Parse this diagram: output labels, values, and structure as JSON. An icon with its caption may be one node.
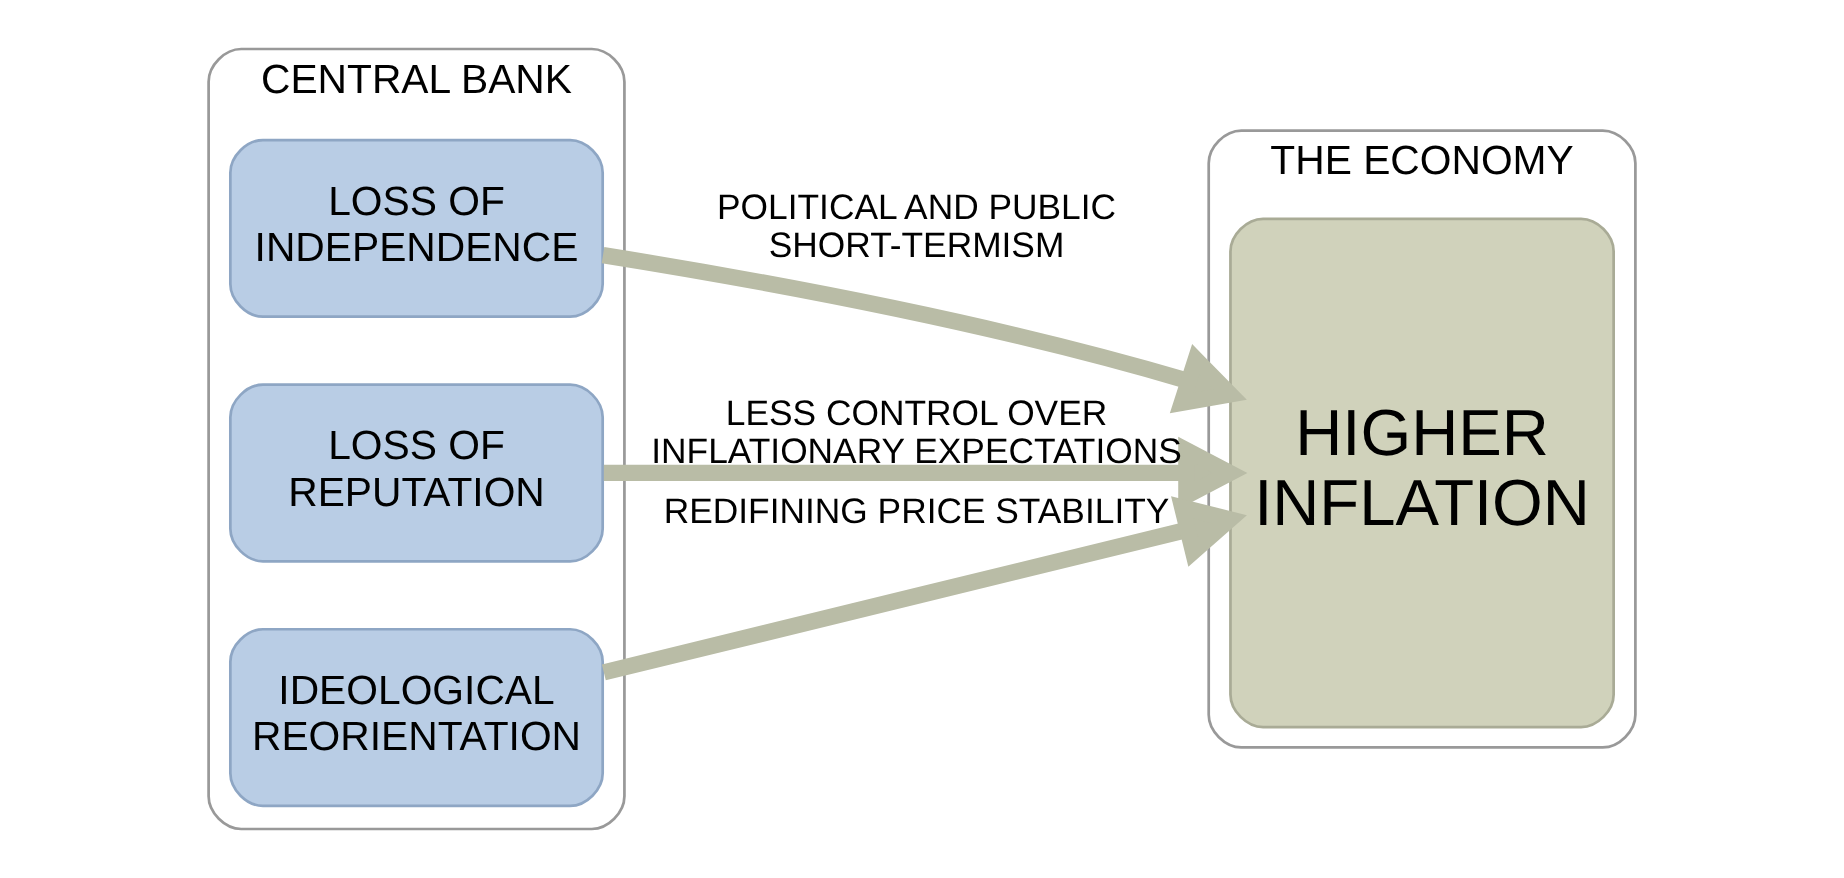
{
  "diagram": {
    "nodes": [
      {
        "text": [
          "CENTRAL BANK"
        ]
      },
      {
        "text": [
          "LOSS OF INDEPENDENCE"
        ],
        "in": 0
      },
      {
        "text": [
          "LOSS OF REPUTATION"
        ],
        "in": 0
      },
      {
        "text": [
          "IDEOLOGICAL REORIENTATION"
        ],
        "in": 0
      },
      {
        "text": [
          "THE ECONOMY"
        ]
      },
      {
        "text": [
          "HIGHER INFLATION"
        ],
        "in": 4
      }
    ],
    "edges": [
      {
        "from": 1,
        "to": 5,
        "arrow": "to",
        "label": "POLITICAL AND PUBLIC SHORT-TERMISM"
      },
      {
        "from": 2,
        "to": 5,
        "arrow": "to",
        "label": "LESS CONTROL OVER INFLATIONARY EXPECTATIONS"
      },
      {
        "from": 3,
        "to": 5,
        "arrow": "to",
        "label": "REDIFINING PRICE STABILITY"
      }
    ]
  }
}
